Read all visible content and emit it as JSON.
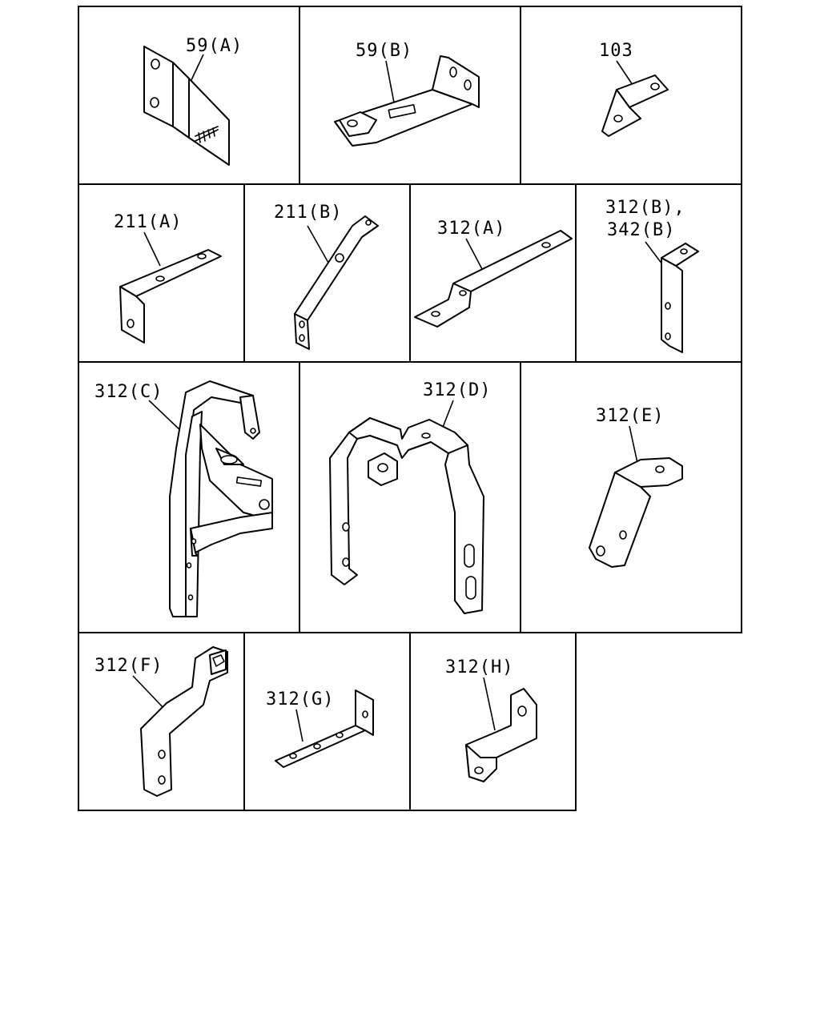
{
  "parts": [
    {
      "id": "p59a",
      "label": "59(A)"
    },
    {
      "id": "p59b",
      "label": "59(B)"
    },
    {
      "id": "p103",
      "label": "103"
    },
    {
      "id": "p211a",
      "label": "211(A)"
    },
    {
      "id": "p211b",
      "label": "211(B)"
    },
    {
      "id": "p312a",
      "label": "312(A)"
    },
    {
      "id": "p312b",
      "label_line1": "312(B),",
      "label_line2": "342(B)"
    },
    {
      "id": "p312c",
      "label": "312(C)"
    },
    {
      "id": "p312d",
      "label": "312(D)"
    },
    {
      "id": "p312e",
      "label": "312(E)"
    },
    {
      "id": "p312f",
      "label": "312(F)"
    },
    {
      "id": "p312g",
      "label": "312(G)"
    },
    {
      "id": "p312h",
      "label": "312(H)"
    }
  ]
}
